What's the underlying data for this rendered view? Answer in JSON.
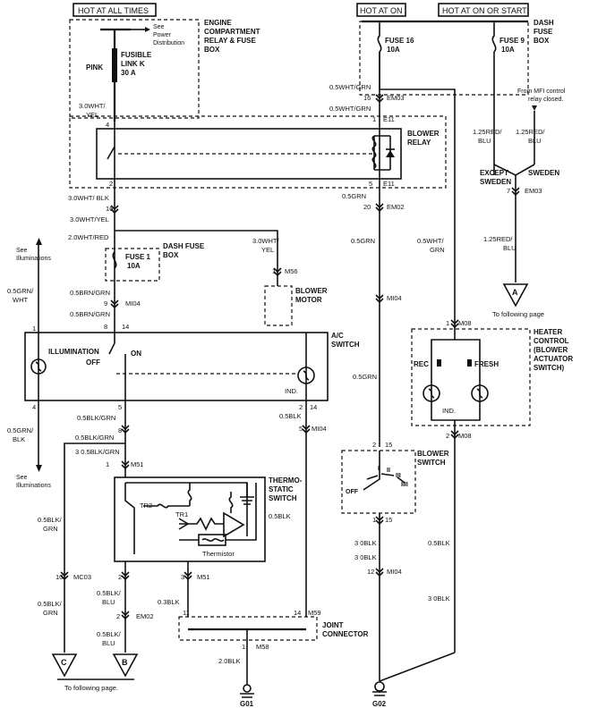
{
  "headers": {
    "hot_at_all_times": "HOT AT ALL TIMES",
    "hot_at_on": "HOT AT ON",
    "hot_at_on_or_start": "HOT AT ON OR START"
  },
  "boxes": {
    "engine_compartment_line1": "ENGINE",
    "engine_compartment_line2": "COMPARTMENT",
    "engine_compartment_line3": "RELAY & FUSE",
    "engine_compartment_line4": "BOX",
    "dash_fuse_box_line1": "DASH",
    "dash_fuse_box_line2": "FUSE",
    "dash_fuse_box_line3": "BOX",
    "dash_fuse_box_left_line1": "DASH FUSE",
    "dash_fuse_box_left_line2": "BOX",
    "blower_relay_line1": "BLOWER",
    "blower_relay_line2": "RELAY",
    "blower_motor_line1": "BLOWER",
    "blower_motor_line2": "MOTOR",
    "ac_switch_line1": "A/C",
    "ac_switch_line2": "SWITCH",
    "heater_control_line1": "HEATER",
    "heater_control_line2": "CONTROL",
    "heater_control_line3": "(BLOWER",
    "heater_control_line4": "ACTUATOR",
    "heater_control_line5": "SWITCH)",
    "blower_switch_line1": "BLOWER",
    "blower_switch_line2": "SWITCH",
    "thermo_line1": "THERMO-",
    "thermo_line2": "STATIC",
    "thermo_line3": "SWITCH",
    "joint_connector_line1": "JOINT",
    "joint_connector_line2": "CONNECTOR"
  },
  "fuses": {
    "fusible_link_line1": "FUSIBLE",
    "fusible_link_line2": "LINK K",
    "fusible_link_line3": "30 A",
    "pink": "PINK",
    "fuse16_line1": "FUSE 16",
    "fuse16_line2": "10A",
    "fuse9_line1": "FUSE 9",
    "fuse9_line2": "10A",
    "fuse1_line1": "FUSE 1",
    "fuse1_line2": "10A"
  },
  "notes": {
    "see_power_line1": "See",
    "see_power_line2": "Power",
    "see_power_line3": "Distribution",
    "from_mfi_line1": "From MFI control",
    "from_mfi_line2": "relay closed.",
    "see_illum_top_line1": "See",
    "see_illum_top_line2": "Illuminations",
    "see_illum_bot_line1": "See",
    "see_illum_bot_line2": "Illuminations",
    "to_following_page": "To following page",
    "to_following_page_dot": "To following page.",
    "except_sweden_line1": "EXCEPT",
    "except_sweden_line2": "SWEDEN",
    "sweden": "SWEDEN"
  },
  "wires": {
    "w_3wht_yel_top_line1": "3.0WHT/",
    "w_3wht_yel_top_line2": "YEL",
    "w_05wht_grn_1": "0.5WHT/GRN",
    "w_05wht_grn_2": "0.5WHT/GRN",
    "w_125red_blu_1_line1": "1.25RED/",
    "w_125red_blu_1_line2": "BLU",
    "w_125red_blu_2_line1": "1.25RED/",
    "w_125red_blu_2_line2": "BLU",
    "w_3wht_blk": "3.0WHT/ BLK",
    "w_05grn_top": "0.5GRN",
    "w_3wht_yel_mid": "3.0WHT/YEL",
    "w_2wht_red": "2.0WHT/RED",
    "w_3wht_yel_right_line1": "3.0WHT/",
    "w_3wht_yel_right_line2": "YEL",
    "w_05grn_mid": "0.5GRN",
    "w_05wht_grn_right_line1": "0.5WHT/",
    "w_05wht_grn_right_line2": "GRN",
    "w_125red_blu_bot_line1": "1.25RED/",
    "w_125red_blu_bot_line2": "BLU",
    "w_05grn_wht_line1": "0.5GRN/",
    "w_05grn_wht_line2": "WHT",
    "w_05brn_grn_1": "0.5BRN/GRN",
    "w_05brn_grn_2": "0.5BRN/GRN",
    "w_05grn_lower": "0.5GRN",
    "w_05grn_blk_line1": "0.5GRN/",
    "w_05grn_blk_line2": "BLK",
    "w_05blk_grn_1": "0.5BLK/GRN",
    "w_05blk_grn_2": "0.5BLK/GRN",
    "w_05blk_grn_3": "3 0.5BLK/GRN",
    "w_05blk_right": "0.5BLK",
    "w_05blk_thermo": "0.5BLK",
    "w_05blk_grn_left_line1": "0.5BLK/",
    "w_05blk_grn_left_line2": "GRN",
    "w_05blk_grn_left2_line1": "0.5BLK/",
    "w_05blk_grn_left2_line2": "GRN",
    "w_05blk_blu_1_line1": "0.5BLK/",
    "w_05blk_blu_1_line2": "BLU",
    "w_05blk_blu_2_line1": "0.5BLK/",
    "w_05blk_blu_2_line2": "BLU",
    "w_03blk": "0.3BLK",
    "w_20blk": "2.0BLK",
    "w_30blk_1": "3 0BLK",
    "w_30blk_2": "3 0BLK",
    "w_30blk_3": "3 0BLK",
    "w_05blk_heater": "0.5BLK"
  },
  "connectors": {
    "em03_a": "EM03",
    "e11_a": "E11",
    "e11_b": "E11",
    "em02_a": "EM02",
    "em03_b": "EM03",
    "m56_a": "M56",
    "mi04_a": "MI04",
    "mi04_b": "MI04",
    "mi04_c": "MI04",
    "mi04_d": "MI04",
    "m08_a": "M08",
    "m08_b": "M08",
    "m51_a": "M51",
    "m51_b": "M51",
    "mc03": "MC03",
    "em02_b": "EM02",
    "m59": "M59",
    "m58": "M58",
    "g01": "G01",
    "g02": "G02"
  },
  "pins": {
    "p4a": "4",
    "p16a": "16",
    "p1a": "1",
    "p2a": "2",
    "p5a": "5",
    "p16b": "16",
    "p20": "20",
    "p7": "7",
    "p1b": "1",
    "p9": "9",
    "p8": "8",
    "p14a": "14",
    "p1c": "1",
    "p4b": "4",
    "p5b": "5",
    "p2b": "2",
    "p14b": "14",
    "p5c": "5",
    "p8b": "8",
    "p1d": "1",
    "p2c": "2",
    "p15a": "15",
    "p1e": "1",
    "p15b": "15",
    "p12": "12",
    "p10": "10",
    "p2d": "2",
    "p3": "3",
    "p11": "11",
    "p14c": "14",
    "p1f": "1",
    "p2e": "2",
    "p1g": "1",
    "p1h": "1"
  },
  "switch_labels": {
    "illumination": "ILLUMINATION",
    "off": "OFF",
    "on": "ON",
    "ind_ac": "IND.",
    "rec": "REC",
    "fresh": "FRESH",
    "ind_heater": "IND.",
    "blower_off": "OFF",
    "pos_i": "I",
    "pos_ii": "II",
    "pos_iii": "III",
    "pos_iiii": "IIII",
    "tr2": "TR2",
    "tr1": "TR1",
    "thermistor": "Thermistor"
  },
  "offpage": {
    "a": "A",
    "b": "B",
    "c": "C"
  }
}
